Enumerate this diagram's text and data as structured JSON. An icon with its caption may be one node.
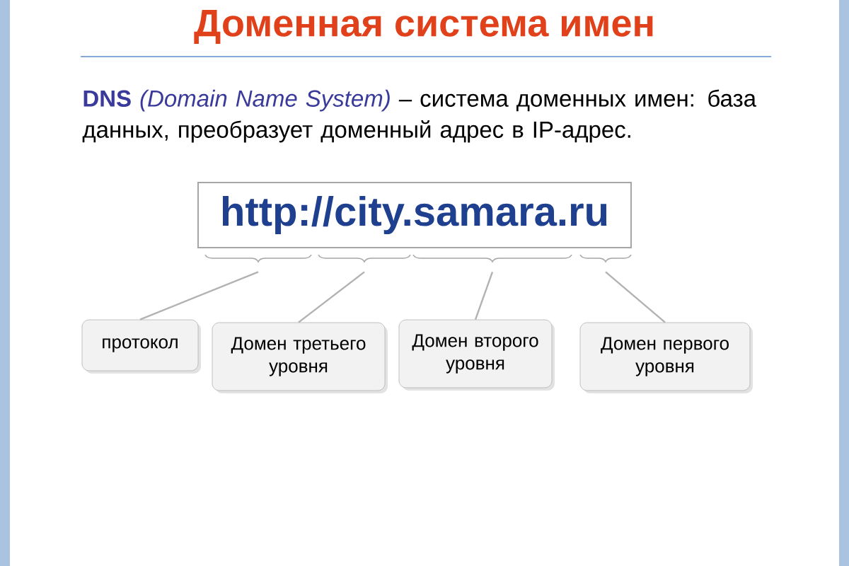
{
  "diagram": {
    "title": "Доменная система имен",
    "nodes": [
      {
        "text": [
          "http://city.samara.ru"
        ]
      },
      {
        "text": [
          "протокол"
        ]
      },
      {
        "text": [
          "Домен третьего уровня"
        ]
      },
      {
        "text": [
          "Домен второго уровня"
        ]
      },
      {
        "text": [
          "Домен первого уровня"
        ]
      },
      {
        "text": [],
        "shape": "brace"
      },
      {
        "text": [],
        "shape": "brace"
      },
      {
        "text": [],
        "shape": "brace"
      },
      {
        "text": [],
        "shape": "brace"
      }
    ],
    "edges": [
      {
        "from": 1,
        "to": 5,
        "arrow": "none"
      },
      {
        "from": 2,
        "to": 6,
        "arrow": "none"
      },
      {
        "from": 3,
        "to": 7,
        "arrow": "none"
      },
      {
        "from": 4,
        "to": 8,
        "arrow": "none"
      }
    ],
    "labels": [
      "DNS",
      "(Domain Name System)",
      "– система доменных имен: база данных, преобразует доменный адрес в IP-адрес."
    ]
  }
}
